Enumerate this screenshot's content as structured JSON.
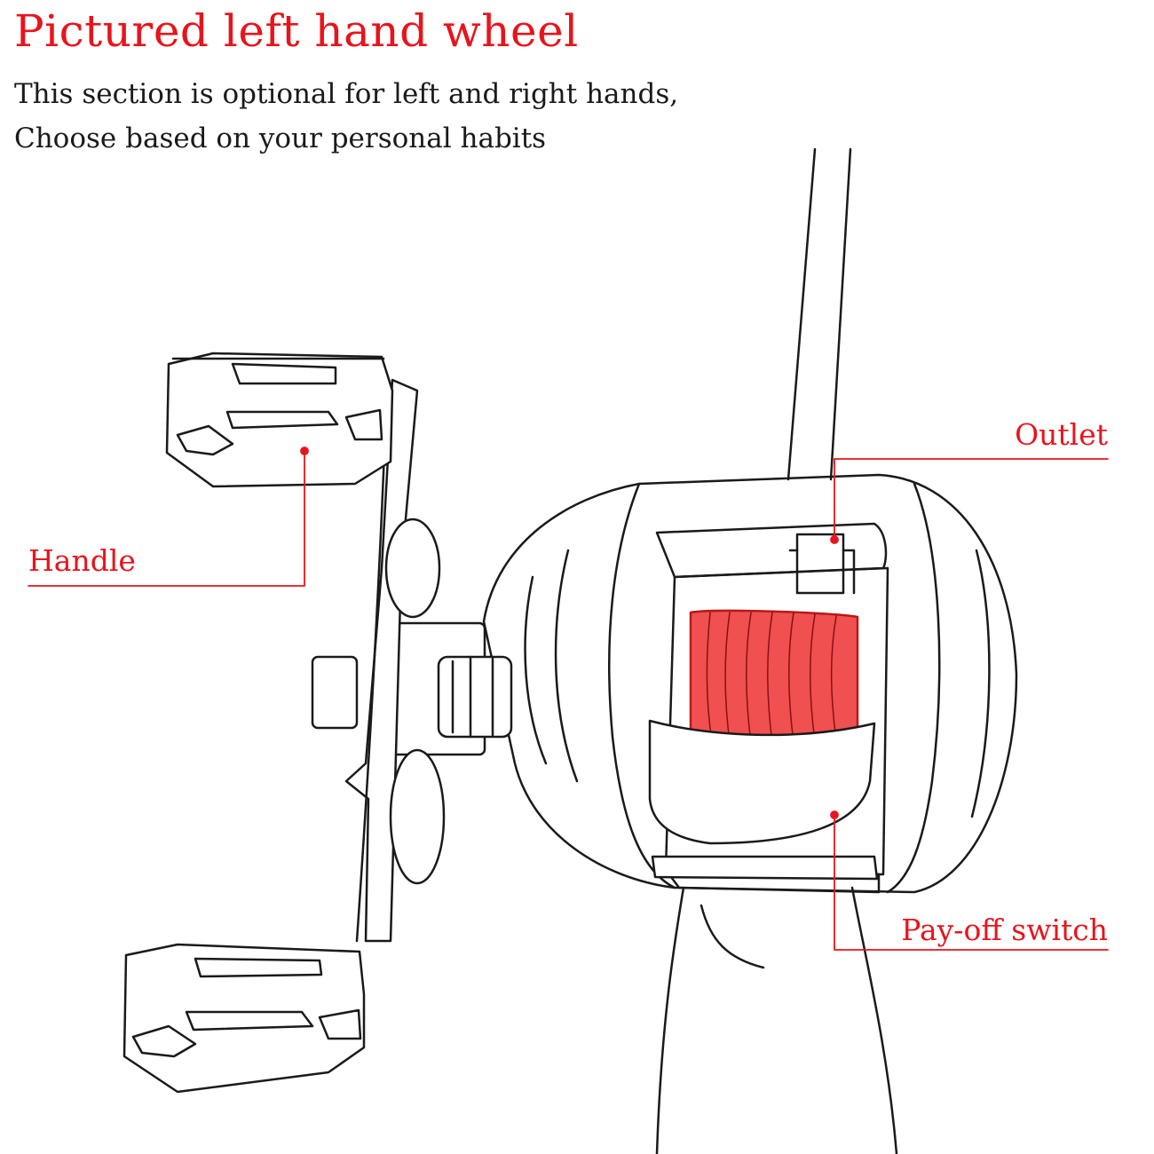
{
  "header": {
    "title": "Pictured left hand wheel",
    "subtitle_line1": "This section is optional for left and right hands,",
    "subtitle_line2": "Choose based on your personal habits"
  },
  "callouts": {
    "handle": "Handle",
    "outlet": "Outlet",
    "payoff": "Pay-off switch"
  },
  "colors": {
    "accent": "#e8141c",
    "spool_fill": "#f05050",
    "line": "#1a1a1a"
  }
}
